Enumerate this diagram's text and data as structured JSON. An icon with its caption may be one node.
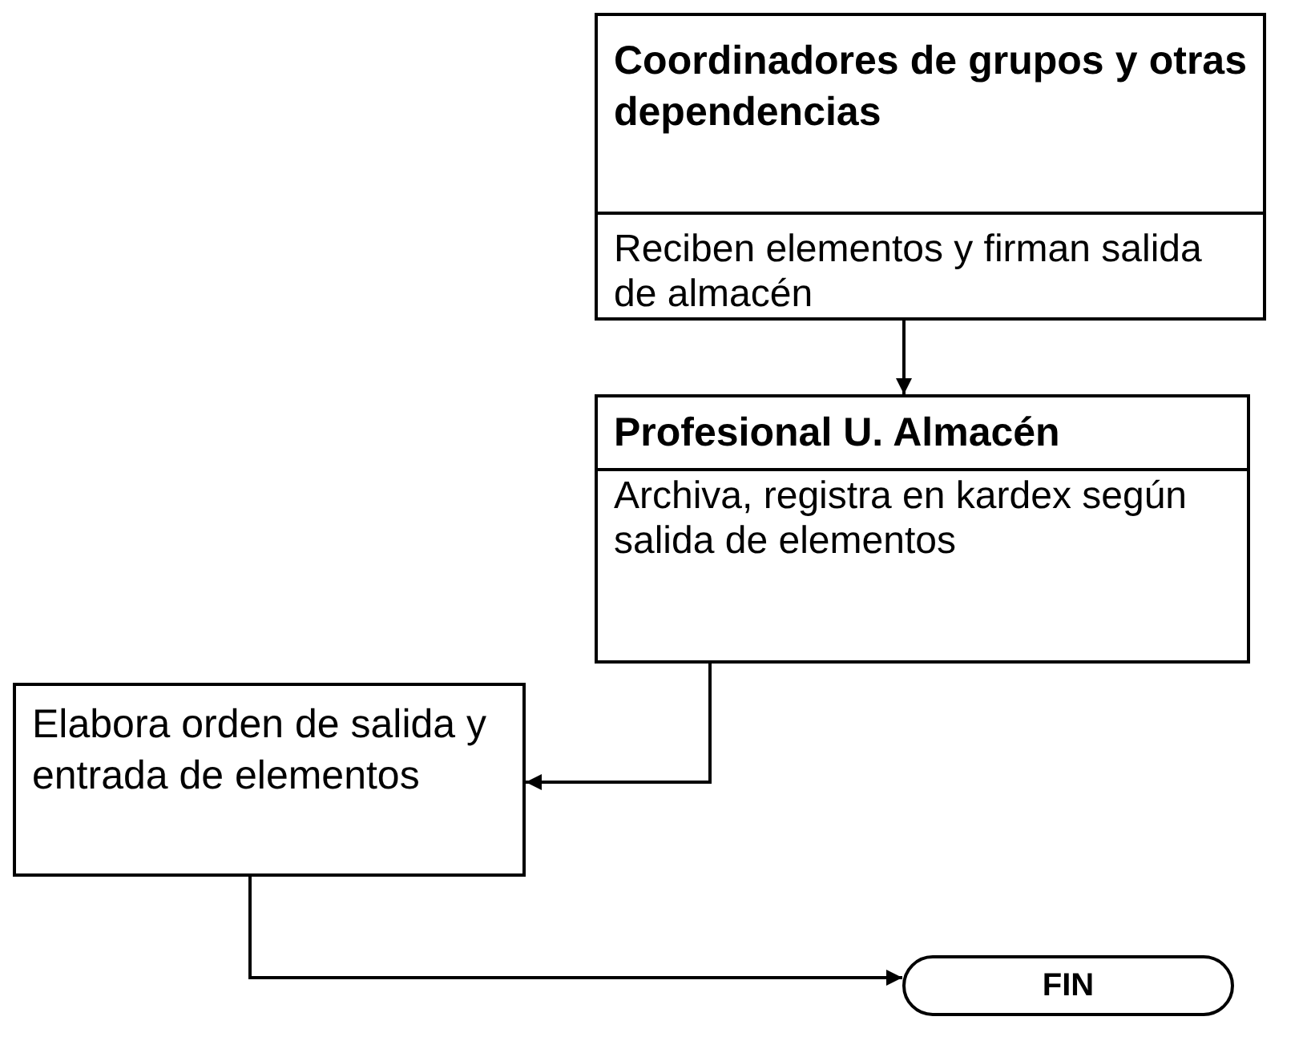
{
  "diagram": {
    "nodes": [
      {
        "text": [
          "Coordinadores de grupos y otras dependencias",
          "Reciben elementos y firman salida de almacén"
        ]
      },
      {
        "text": [
          "Profesional U. Almacén",
          "Archiva, registra en kardex según salida de elementos"
        ]
      },
      {
        "text": [
          "Elabora orden de salida y entrada de elementos"
        ]
      },
      {
        "text": [
          "FIN"
        ]
      }
    ],
    "edges": [
      {
        "from": 0,
        "to": 1,
        "arrow": "to"
      },
      {
        "from": 1,
        "to": 2,
        "arrow": "to"
      },
      {
        "from": 2,
        "to": 3,
        "arrow": "to"
      }
    ]
  }
}
